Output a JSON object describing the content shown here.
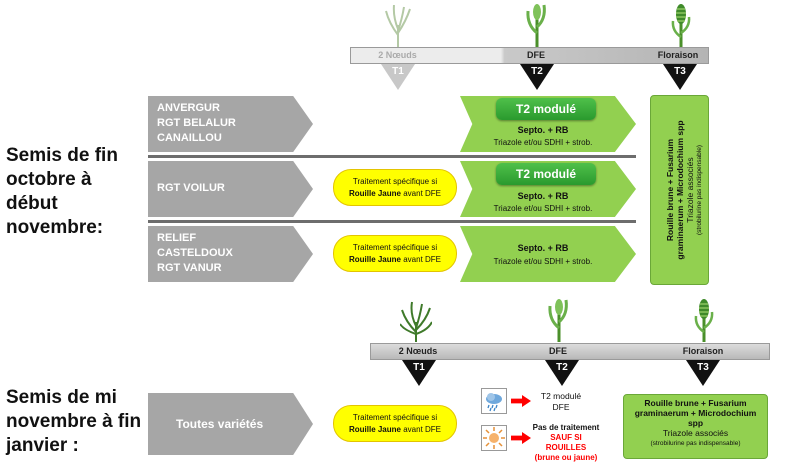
{
  "top": {
    "stages": [
      "2 Nœuds",
      "DFE",
      "Floraison"
    ],
    "markers": [
      "T1",
      "T2",
      "T3"
    ],
    "left_heading": "Semis de fin octobre à début novembre:",
    "groups": [
      {
        "varieties": [
          "ANVERGUR",
          "RGT BELALUR",
          "CANAILLOU"
        ],
        "t1": "",
        "t2_button": "T2 modulé",
        "t2_lines": [
          "Septo. + RB",
          "Triazole et/ou SDHI + strob."
        ]
      },
      {
        "varieties": [
          "RGT VOILUR"
        ],
        "t1_lines": [
          "Traitement spécifique si",
          "Rouille Jaune",
          "avant DFE"
        ],
        "t2_button": "T2 modulé",
        "t2_lines": [
          "Septo. + RB",
          "Triazole et/ou SDHI + strob."
        ]
      },
      {
        "varieties": [
          "RELIEF",
          "CASTELDOUX",
          "RGT VANUR"
        ],
        "t1_lines": [
          "Traitement spécifique si",
          "Rouille Jaune",
          "avant DFE"
        ],
        "t2_lines": [
          "Septo. + RB",
          "Triazole et/ou SDHI + strob."
        ]
      }
    ],
    "t3_lines": [
      "Rouille brune + Fusarium",
      "graminaerum + Microdochium spp",
      "Triazole associés",
      "(strobilurine pas indispensable)"
    ]
  },
  "bottom": {
    "stages": [
      "2 Nœuds",
      "DFE",
      "Floraison"
    ],
    "markers": [
      "T1",
      "T2",
      "T3"
    ],
    "left_heading": "Semis de mi novembre à fin janvier :",
    "variety": "Toutes variétés",
    "t1_lines": [
      "Traitement spécifique si",
      "Rouille Jaune",
      "avant DFE"
    ],
    "rain_lines": [
      "T2 modulé",
      "DFE"
    ],
    "sun_lines": [
      "Pas de traitement",
      "SAUF SI ROUILLES",
      "(brune ou jaune)"
    ],
    "t3_lines": [
      "Rouille brune + Fusarium",
      "graminaerum + Microdochium",
      "spp",
      "Triazole associés",
      "(strobilurine pas indispensable)"
    ]
  },
  "icons": [
    "wheat-plant-icon",
    "rain-cloud-icon",
    "sun-icon"
  ],
  "colors": {
    "green": "#92d050",
    "yellow": "#ffff00",
    "grey": "#a6a6a6",
    "red": "#ff0000",
    "dark_green": "#2a9a2e"
  }
}
